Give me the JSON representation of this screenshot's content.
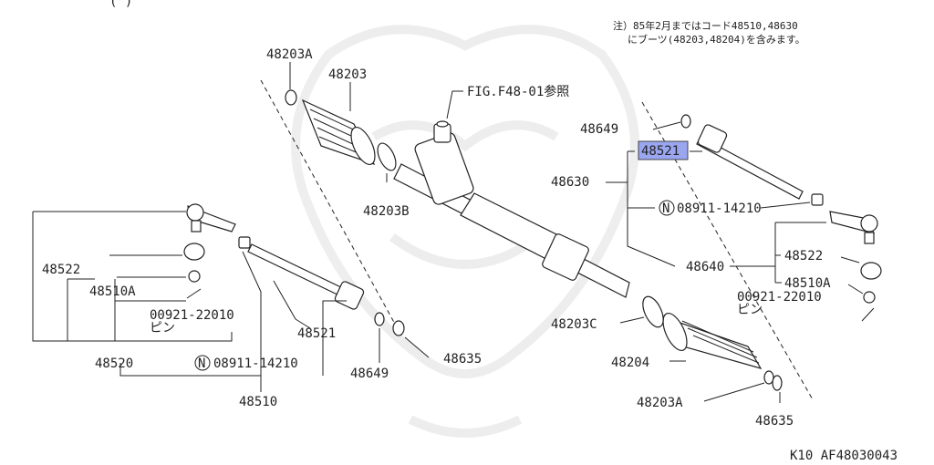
{
  "header_fragment": "(          )",
  "note": {
    "line1": "注）85年2月まではコード48510,48630",
    "line2": "にブーツ(48203,48204)を含みます。"
  },
  "callouts": {
    "p48203A_top": "48203A",
    "p48203": "48203",
    "fig_ref": "FIG.F48-01参照",
    "p48203B": "48203B",
    "p48649_right": "48649",
    "p48521_right": "48521",
    "p48630": "48630",
    "n_circle": "N",
    "p08911_right": "08911-14210",
    "p48522_right": "48522",
    "p48640": "48640",
    "p48510A_right": "48510A",
    "p00921_right": "00921-22010",
    "pin_right": "ピン",
    "p48203C": "48203C",
    "p48204": "48204",
    "p48203A_bottom": "48203A",
    "p48635_right": "48635",
    "p48522_left": "48522",
    "p48510A_left": "48510A",
    "p00921_left": "00921-22010",
    "pin_left": "ピン",
    "p48521_left": "48521",
    "p48520": "48520",
    "p08911_left": "08911-14210",
    "p48649_left": "48649",
    "p48635_left": "48635",
    "p48510": "48510"
  },
  "footer_code": "K10  AF48030043",
  "highlight_color": "#9aa6f0"
}
